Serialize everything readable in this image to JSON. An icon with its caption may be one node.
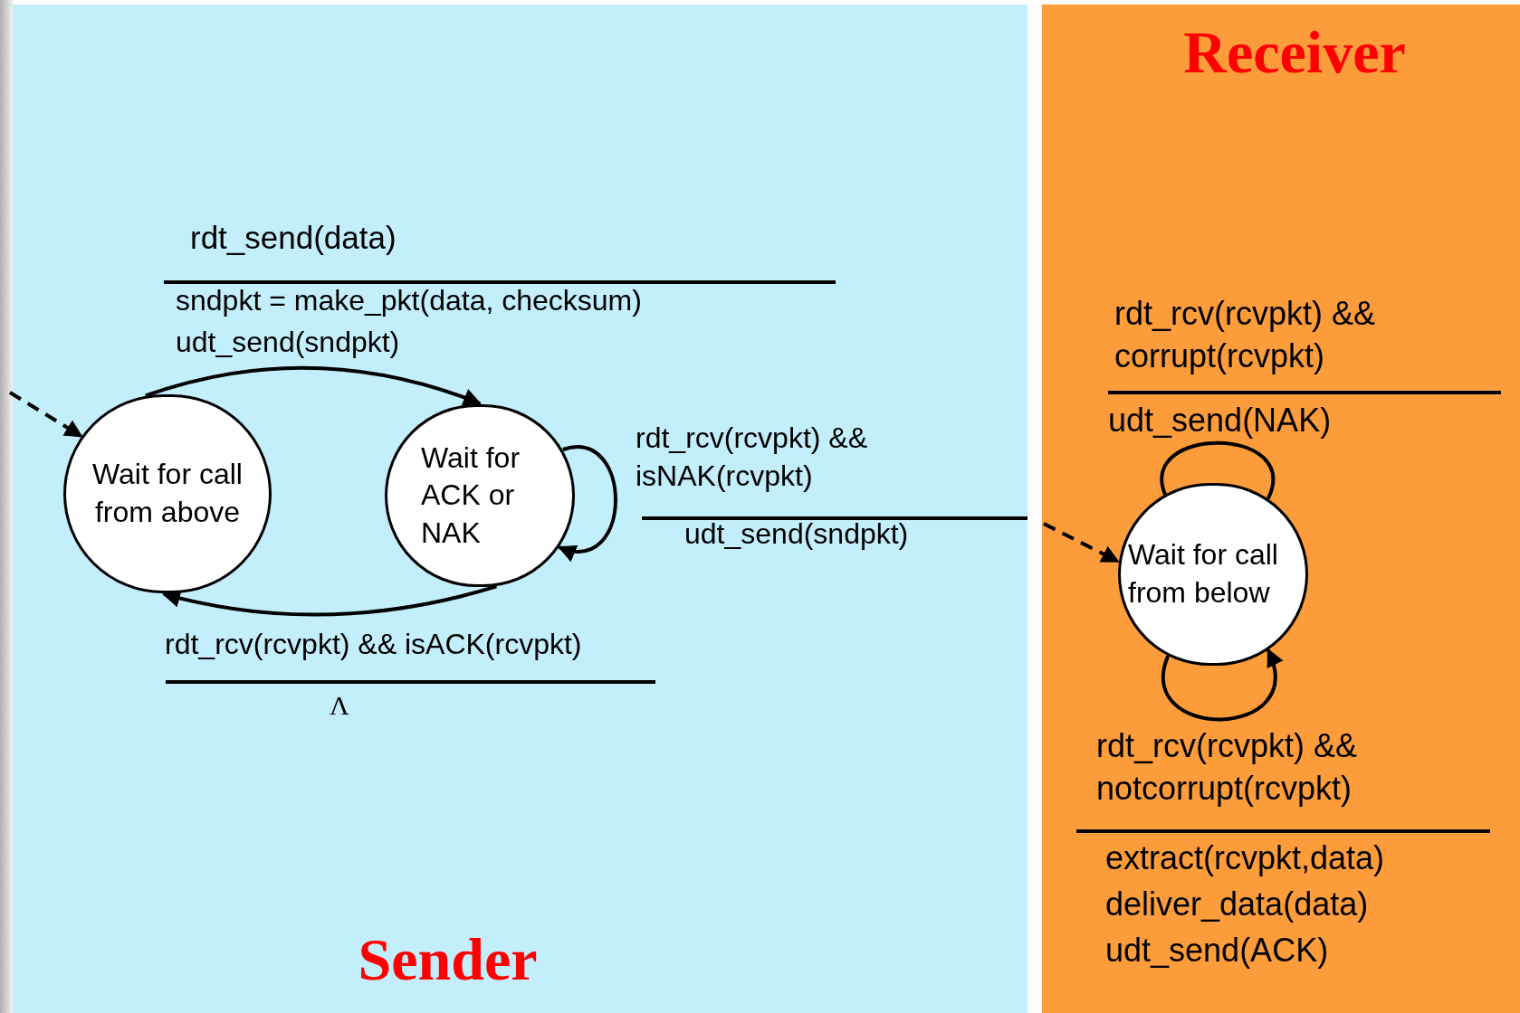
{
  "diagram": {
    "nodes": [
      {
        "text": [
          "Sender"
        ]
      },
      {
        "text": [
          "Receiver"
        ]
      },
      {
        "text": [
          "Wait for call from above"
        ],
        "in": 0
      },
      {
        "text": [
          "Wait for ACK or NAK"
        ],
        "in": 0
      },
      {
        "text": [
          "Wait for call from below"
        ],
        "in": 1
      }
    ],
    "edges": [
      {
        "from": null,
        "to": 2,
        "arrow": "to",
        "style": "dashed"
      },
      {
        "from": 2,
        "to": 3,
        "arrow": "to"
      },
      {
        "from": 3,
        "to": 3,
        "arrow": "to"
      },
      {
        "from": 3,
        "to": 2,
        "arrow": "to"
      },
      {
        "from": null,
        "to": 4,
        "arrow": "to",
        "style": "dashed"
      },
      {
        "from": 4,
        "to": 4,
        "arrow": "none"
      },
      {
        "from": 4,
        "to": 4,
        "arrow": "to"
      }
    ],
    "labels": [
      "rdt_send(data)",
      "sndpkt = make_pkt(data, checksum)",
      "udt_send(sndpkt)",
      "rdt_rcv(rcvpkt) && isNAK(rcvpkt)",
      "udt_send(sndpkt)",
      "rdt_rcv(rcvpkt) && isACK(rcvpkt)",
      "Λ",
      "rdt_rcv(rcvpkt) && corrupt(rcvpkt)",
      "udt_send(NAK)",
      "rdt_rcv(rcvpkt) && notcorrupt(rcvpkt)",
      "extract(rcvpkt,data)",
      "deliver_data(data)",
      "udt_send(ACK)"
    ]
  }
}
